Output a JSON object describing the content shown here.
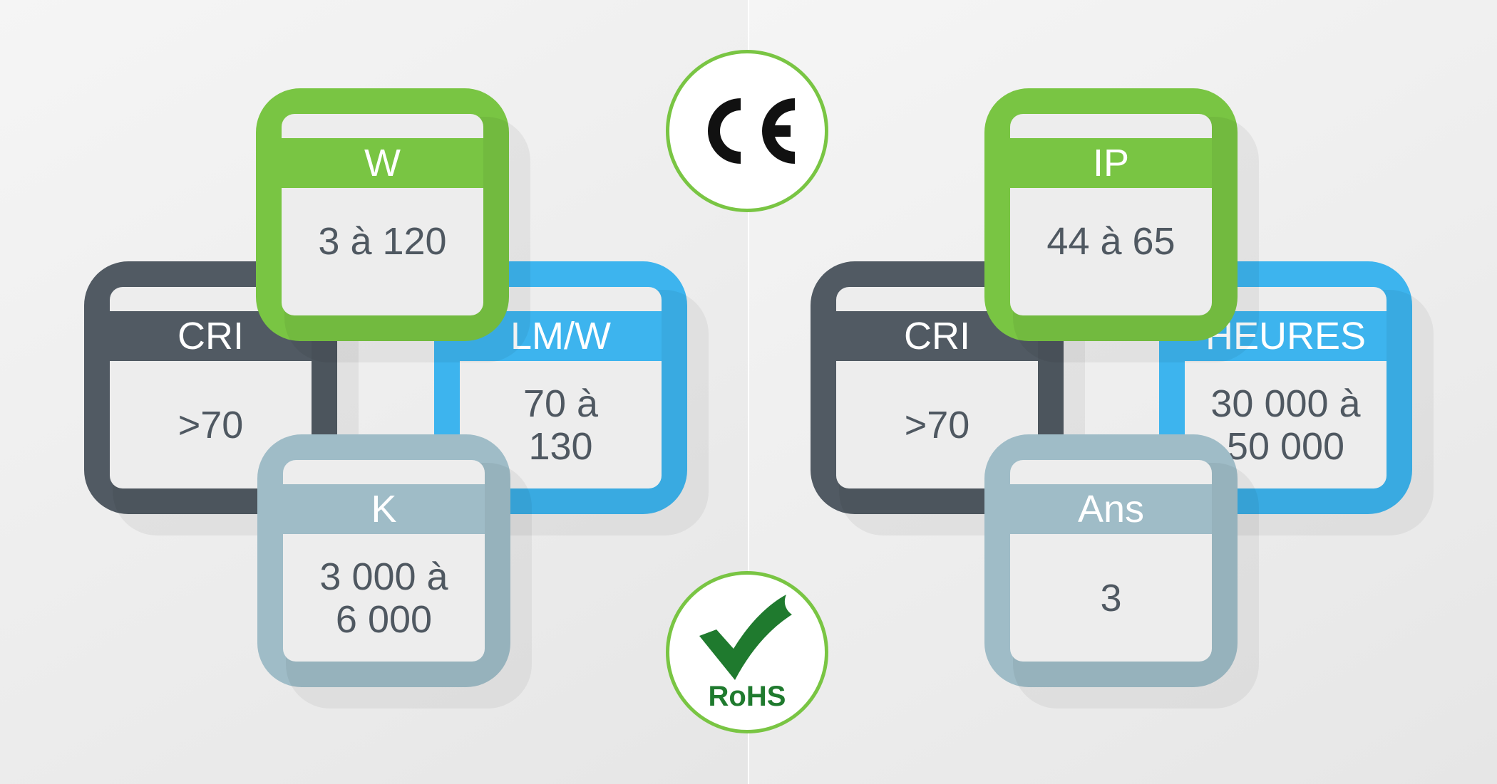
{
  "colors": {
    "dark": "#515a63",
    "blue": "#3db4ee",
    "green": "#79c543",
    "grey": "#9fbcc7"
  },
  "left_group": {
    "cri": {
      "label": "CRI",
      "value": ">70"
    },
    "lmw": {
      "label": "LM/W",
      "value": "70 à\n130"
    },
    "w": {
      "label": "W",
      "value": "3 à 120"
    },
    "k": {
      "label": "K",
      "value": "3 000 à\n6 000"
    }
  },
  "right_group": {
    "cri": {
      "label": "CRI",
      "value": ">70"
    },
    "heures": {
      "label": "HEURES",
      "value": "30 000 à\n50 000"
    },
    "ip": {
      "label": "IP",
      "value": "44 à 65"
    },
    "ans": {
      "label": "Ans",
      "value": "3"
    }
  },
  "badges": {
    "ce": {
      "icon": "ce-mark-icon",
      "text": "CE"
    },
    "rohs": {
      "icon": "rohs-check-icon",
      "text": "RoHS"
    }
  }
}
